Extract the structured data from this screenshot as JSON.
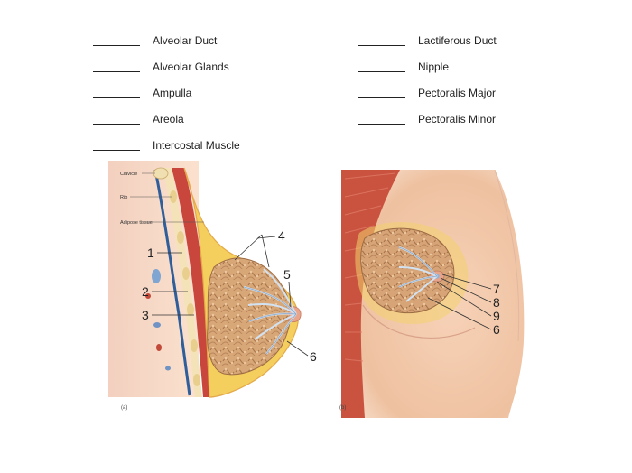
{
  "terms_left": [
    "Alveolar Duct",
    "Alveolar Glands",
    "Ampulla",
    "Areola",
    "Intercostal Muscle"
  ],
  "terms_right": [
    "Lactiferous Duct",
    "Nipple",
    "Pectoralis Major",
    "Pectoralis Minor"
  ],
  "figure_a": {
    "label": "(a)",
    "side_labels": {
      "clavicle": "Clavicle",
      "rib": "Rib",
      "adipose": "Adipose tissue"
    },
    "numbers": {
      "n1": "1",
      "n2": "2",
      "n3": "3",
      "n4": "4",
      "n5": "5",
      "n6": "6"
    }
  },
  "figure_b": {
    "label": "(b)",
    "numbers": {
      "n7": "7",
      "n8": "8",
      "n9": "9",
      "n6": "6"
    }
  },
  "colors": {
    "skin": "#f2c9a8",
    "adipose": "#f5d060",
    "gland": "#d9a57a",
    "muscle": "#c9403a",
    "duct": "#b9cfe6",
    "rib": "#f1dfa8"
  }
}
